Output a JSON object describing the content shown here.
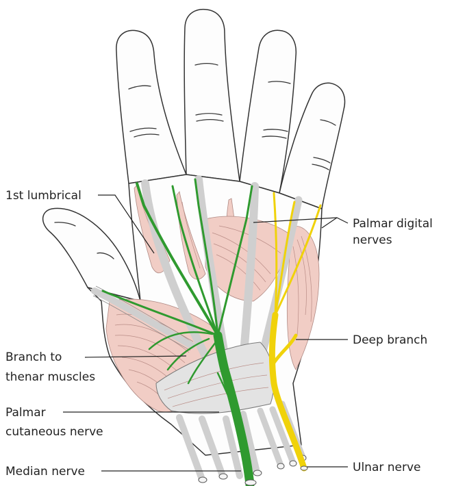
{
  "labels": {
    "first_lumbrical": "1st lumbrical",
    "palmar_digital_1": "Palmar digital",
    "palmar_digital_2": "nerves",
    "branch_thenar_1": "Branch to",
    "branch_thenar_2": "thenar muscles",
    "deep_branch": "Deep branch",
    "palmar_cut_1": "Palmar",
    "palmar_cut_2": "cutaneous nerve",
    "median_nerve": "Median nerve",
    "ulnar_nerve": "Ulnar nerve"
  },
  "colors": {
    "median_nerve": "#2f9a2f",
    "ulnar_nerve": "#f0d20a",
    "muscle": "#f1cdc5",
    "tendon": "#cfcfcf"
  }
}
